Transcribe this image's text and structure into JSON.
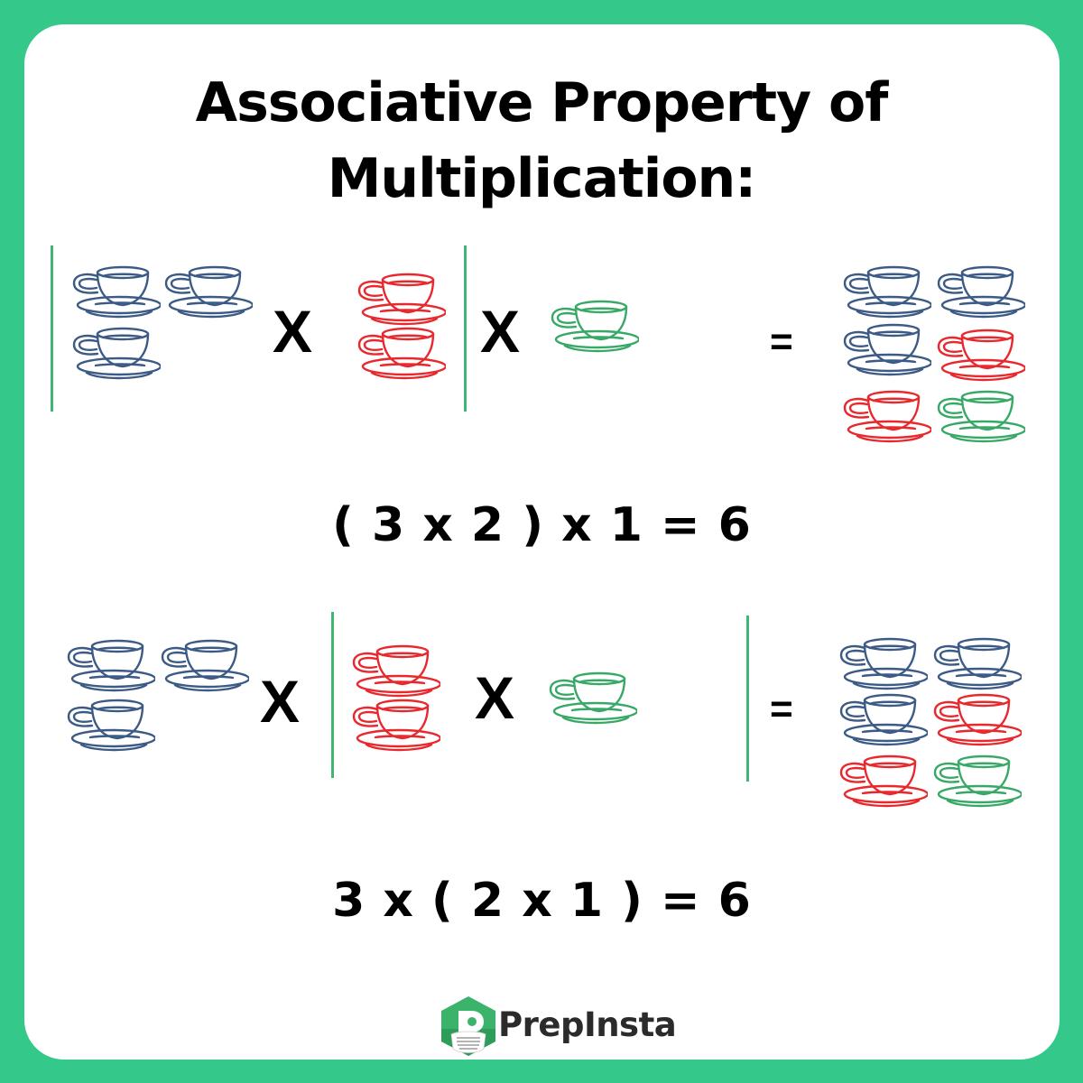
{
  "title": {
    "line1": "Associative Property of",
    "line2": "Multiplication:"
  },
  "colors": {
    "background": "#34c98a",
    "panel": "#ffffff",
    "divider": "#3fb772",
    "cup_blue": "#3b5a85",
    "cup_red": "#e8282d",
    "cup_green": "#38a867",
    "text": "#000000"
  },
  "example1": {
    "groups": [
      {
        "name": "group-a",
        "color": "blue",
        "count": 3
      },
      {
        "name": "group-b",
        "color": "red",
        "count": 2
      },
      {
        "name": "group-c",
        "color": "green",
        "count": 1
      }
    ],
    "operators": [
      "X",
      "X",
      "="
    ],
    "result": {
      "blue": 3,
      "red": 2,
      "green": 1,
      "total": 6
    },
    "equation": "( 3 x 2 ) x 1 = 6"
  },
  "example2": {
    "groups": [
      {
        "name": "group-a",
        "color": "blue",
        "count": 3
      },
      {
        "name": "group-b",
        "color": "red",
        "count": 2
      },
      {
        "name": "group-c",
        "color": "green",
        "count": 1
      }
    ],
    "operators": [
      "X",
      "X",
      "="
    ],
    "result": {
      "blue": 3,
      "red": 2,
      "green": 1,
      "total": 6
    },
    "equation": "3 x ( 2 x 1 ) = 6"
  },
  "brand": {
    "name": "PrepInsta",
    "logo_icon": "hexagon-p-mask-icon"
  }
}
